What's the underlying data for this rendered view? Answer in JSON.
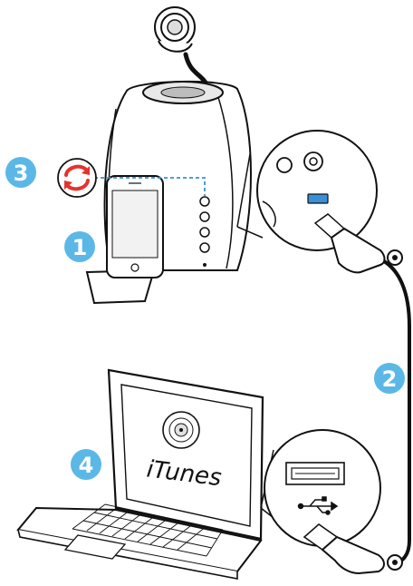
{
  "steps": {
    "one": "1",
    "two": "2",
    "three": "3",
    "four": "4"
  },
  "laptop_screen_text": "iTunes",
  "icons": {
    "sync": "sync-arrows-icon",
    "usb": "usb-symbol-icon",
    "disc": "itunes-disc-icon"
  },
  "colors": {
    "step_badge": "#5bb8e6",
    "sync_red": "#e5322d",
    "callout_outline": "#1a1a1a",
    "dotted_guide": "#3d8fd0",
    "usb_port_blue": "#3a8fd6"
  }
}
